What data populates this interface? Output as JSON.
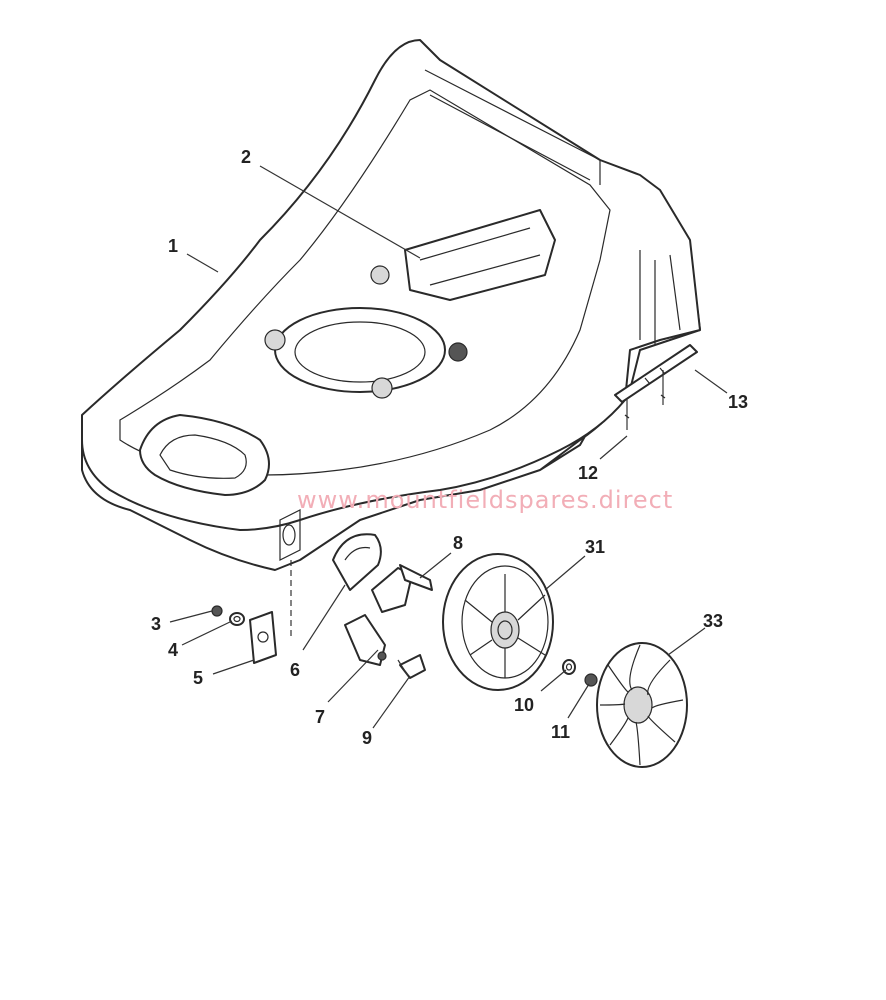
{
  "watermark": "www.mountfieldspares.direct",
  "parts": [
    {
      "id": "deck",
      "label": "1"
    },
    {
      "id": "cover",
      "label": "2"
    },
    {
      "id": "nut",
      "label": "3"
    },
    {
      "id": "washer",
      "label": "4"
    },
    {
      "id": "plate",
      "label": "5"
    },
    {
      "id": "lever-plate",
      "label": "6"
    },
    {
      "id": "bracket",
      "label": "7"
    },
    {
      "id": "axle-arm",
      "label": "8"
    },
    {
      "id": "bolt",
      "label": "9"
    },
    {
      "id": "washer-2",
      "label": "10"
    },
    {
      "id": "nut-2",
      "label": "11"
    },
    {
      "id": "screw",
      "label": "12"
    },
    {
      "id": "strip",
      "label": "13"
    },
    {
      "id": "wheel",
      "label": "31"
    },
    {
      "id": "hubcap",
      "label": "33"
    }
  ]
}
